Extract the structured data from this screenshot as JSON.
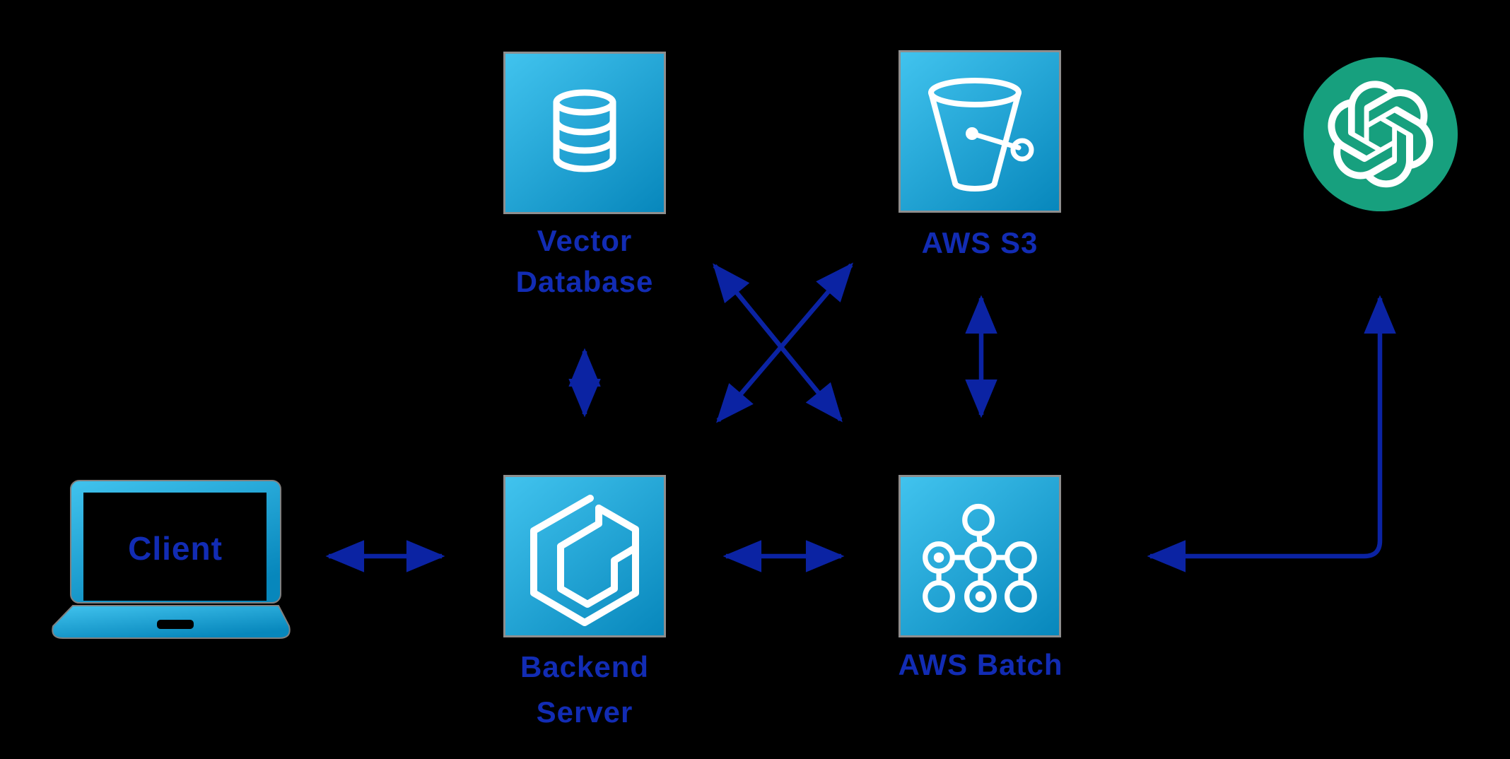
{
  "diagram": {
    "title": "RAG backend architecture diagram",
    "background_color": "#000000",
    "arrow_color": "#0b23a3",
    "label_color": "#122cb4",
    "node_gradient_start": "#41c3ee",
    "node_gradient_end": "#0787bc",
    "node_border_color": "#8e8e8e",
    "openai_brand_color": "#17a07e",
    "icon_color": "#ffffff"
  },
  "nodes": {
    "client": {
      "label": "Client",
      "icon": "laptop-icon"
    },
    "vector_database": {
      "label_line1": "Vector",
      "label_line2": "Database",
      "icon": "database-icon"
    },
    "aws_s3": {
      "label": "AWS S3",
      "icon": "s3-bucket-icon"
    },
    "backend_server": {
      "label_line1": "Backend",
      "label_line2": "Server",
      "icon": "hexagon-cube-icon"
    },
    "aws_batch": {
      "label": "AWS Batch",
      "icon": "batch-nodes-icon"
    },
    "openai": {
      "icon": "openai-logo-icon"
    }
  },
  "edges": [
    {
      "from": "client",
      "to": "backend_server",
      "style": "double-headed-horizontal"
    },
    {
      "from": "backend_server",
      "to": "aws_batch",
      "style": "double-headed-horizontal"
    },
    {
      "from": "vector_database",
      "to": "backend_server",
      "style": "double-headed-vertical"
    },
    {
      "from": "aws_s3",
      "to": "aws_batch",
      "style": "double-headed-vertical"
    },
    {
      "from": "backend_server",
      "to": "aws_s3",
      "style": "double-headed-diagonal"
    },
    {
      "from": "vector_database",
      "to": "aws_batch",
      "style": "double-headed-diagonal"
    },
    {
      "from": "aws_batch",
      "to": "openai",
      "style": "double-headed-elbow"
    }
  ]
}
